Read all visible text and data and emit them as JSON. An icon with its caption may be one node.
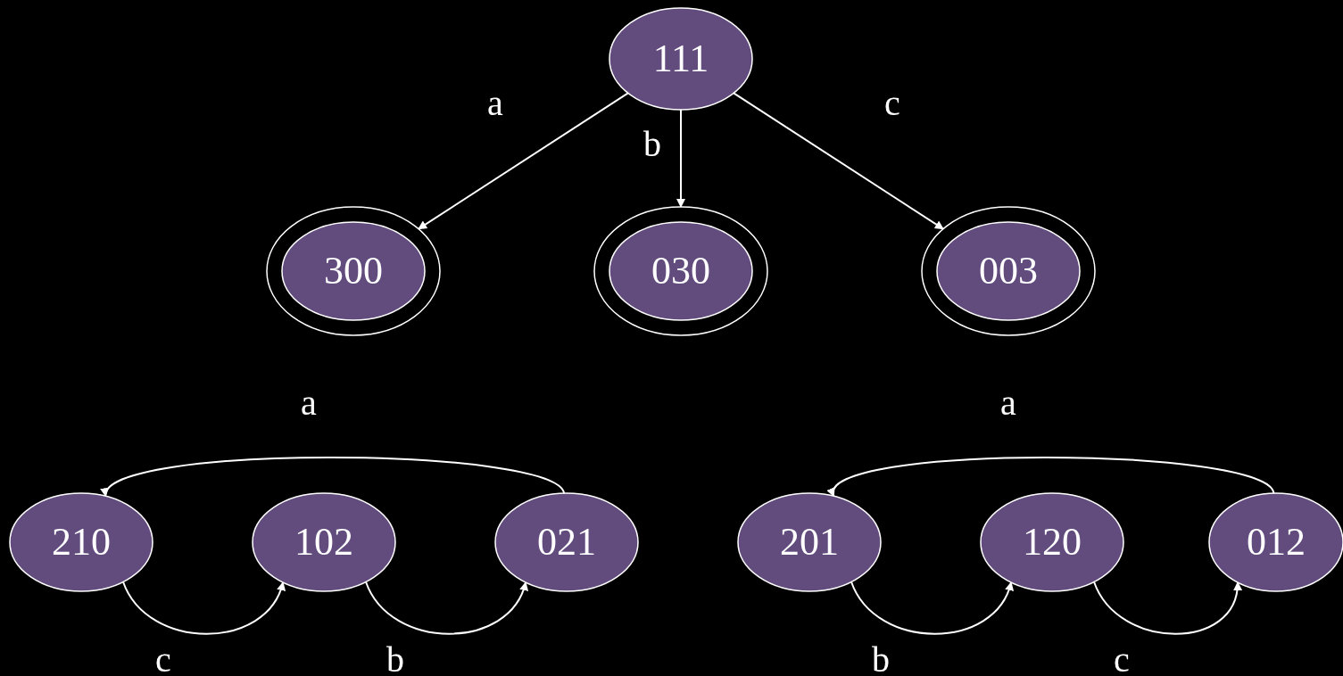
{
  "diagram": {
    "nodes": [
      {
        "text": [
          "111"
        ]
      },
      {
        "text": [
          "300"
        ]
      },
      {
        "text": [
          "030"
        ]
      },
      {
        "text": [
          "003"
        ]
      },
      {
        "text": [
          "210"
        ]
      },
      {
        "text": [
          "102"
        ]
      },
      {
        "text": [
          "021"
        ]
      },
      {
        "text": [
          "201"
        ]
      },
      {
        "text": [
          "120"
        ]
      },
      {
        "text": [
          "012"
        ]
      }
    ],
    "edges": [
      {
        "from": 0,
        "to": 1,
        "arrow": "to",
        "label": "a"
      },
      {
        "from": 0,
        "to": 2,
        "arrow": "to",
        "label": "b"
      },
      {
        "from": 0,
        "to": 3,
        "arrow": "to",
        "label": "c"
      },
      {
        "from": 6,
        "to": 4,
        "arrow": "to",
        "label": "a"
      },
      {
        "from": 4,
        "to": 5,
        "arrow": "to",
        "label": "c"
      },
      {
        "from": 5,
        "to": 6,
        "arrow": "to",
        "label": "b"
      },
      {
        "from": 9,
        "to": 7,
        "arrow": "to",
        "label": "a"
      },
      {
        "from": 7,
        "to": 8,
        "arrow": "to",
        "label": "b"
      },
      {
        "from": 8,
        "to": 9,
        "arrow": "to",
        "label": "c"
      }
    ]
  }
}
